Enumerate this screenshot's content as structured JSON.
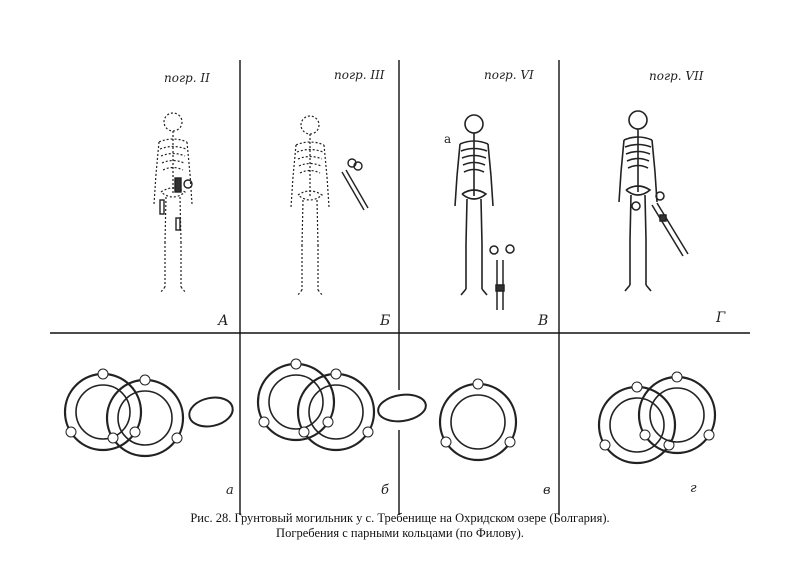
{
  "figure": {
    "panels_top": [
      {
        "grave": "погр. II",
        "letter": "А"
      },
      {
        "grave": "погр. III",
        "letter": "Б"
      },
      {
        "grave": "погр. VI",
        "letter": "В",
        "side_label": "а"
      },
      {
        "grave": "погр. VII",
        "letter": "Г"
      }
    ],
    "panels_bottom": [
      {
        "letter": "а"
      },
      {
        "letter": "б"
      },
      {
        "letter": "в"
      },
      {
        "letter": "г"
      }
    ]
  },
  "caption": {
    "line1": "Рис. 28. Грунтовый могильник у с. Требенище на Охридском озере (Болгария).",
    "line2": "Погребения с парными кольцами (по Филову)."
  }
}
